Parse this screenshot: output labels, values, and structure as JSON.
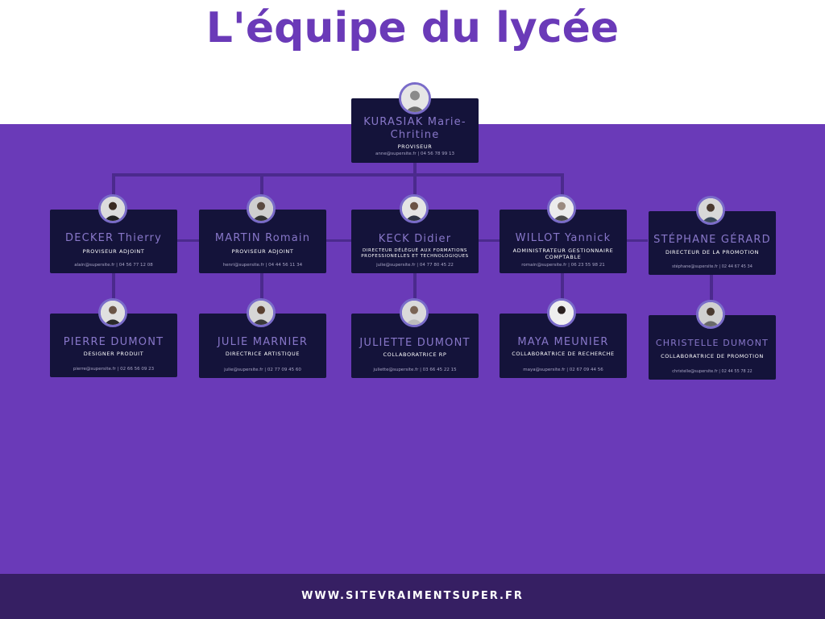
{
  "title": "L'équipe du lycée",
  "footer": "WWW.SITEVRAIMENTSUPER.FR",
  "colors": {
    "accent": "#6a3ab8",
    "card": "#14133a",
    "footer": "#361f63",
    "name": "#8877c9"
  },
  "top": {
    "name": "KURASIAK Marie-Chritine",
    "role": "PROVISEUR",
    "contact": "anne@supersite.fr | 04 56 78 99 13"
  },
  "row1": [
    {
      "name": "DECKER Thierry",
      "role": "PROVISEUR ADJOINT",
      "contact": "alain@supersite.fr | 04 56 77 12 08"
    },
    {
      "name": "MARTIN Romain",
      "role": "PROVISEUR ADJOINT",
      "contact": "henri@supersite.fr | 04 44 56 11 34"
    },
    {
      "name": "KECK Didier",
      "role": "DIRECTEUR DÉLÉGUÉ AUX FORMATIONS PROFESSIONELLES ET TECHNOLOGIQUES",
      "contact": "julie@supersite.fr | 04 77 80 45 22"
    },
    {
      "name": "WILLOT Yannick",
      "role": "ADMINISTRATEUR GESTIONNAIRE COMPTABLE",
      "contact": "romain@supersite.fr | 06 23 55 98 21"
    },
    {
      "name": "STÉPHANE GÉRARD",
      "role": "DIRECTEUR DE LA PROMOTION",
      "contact": "stéphane@supersite.fr | 02 44 67 45 34"
    }
  ],
  "row2": [
    {
      "name": "PIERRE DUMONT",
      "role": "DESIGNER PRODUIT",
      "contact": "pierre@supersite.fr | 02 66 56 09 23"
    },
    {
      "name": "JULIE MARNIER",
      "role": "DIRECTRICE ARTISTIQUE",
      "contact": "julie@supersite.fr | 02 77 09 45 60"
    },
    {
      "name": "JULIETTE DUMONT",
      "role": "COLLABORATRICE RP",
      "contact": "juliette@supersite.fr | 03 66 45 22 15"
    },
    {
      "name": "MAYA MEUNIER",
      "role": "COLLABORATRICE DE RECHERCHE",
      "contact": "maya@supersite.fr | 02 67 09 44 56"
    },
    {
      "name": "CHRISTELLE DUMONT",
      "role": "COLLABORATRICE DE PROMOTION",
      "contact": "christelle@supersite.fr | 02 44 55 78 22"
    }
  ]
}
